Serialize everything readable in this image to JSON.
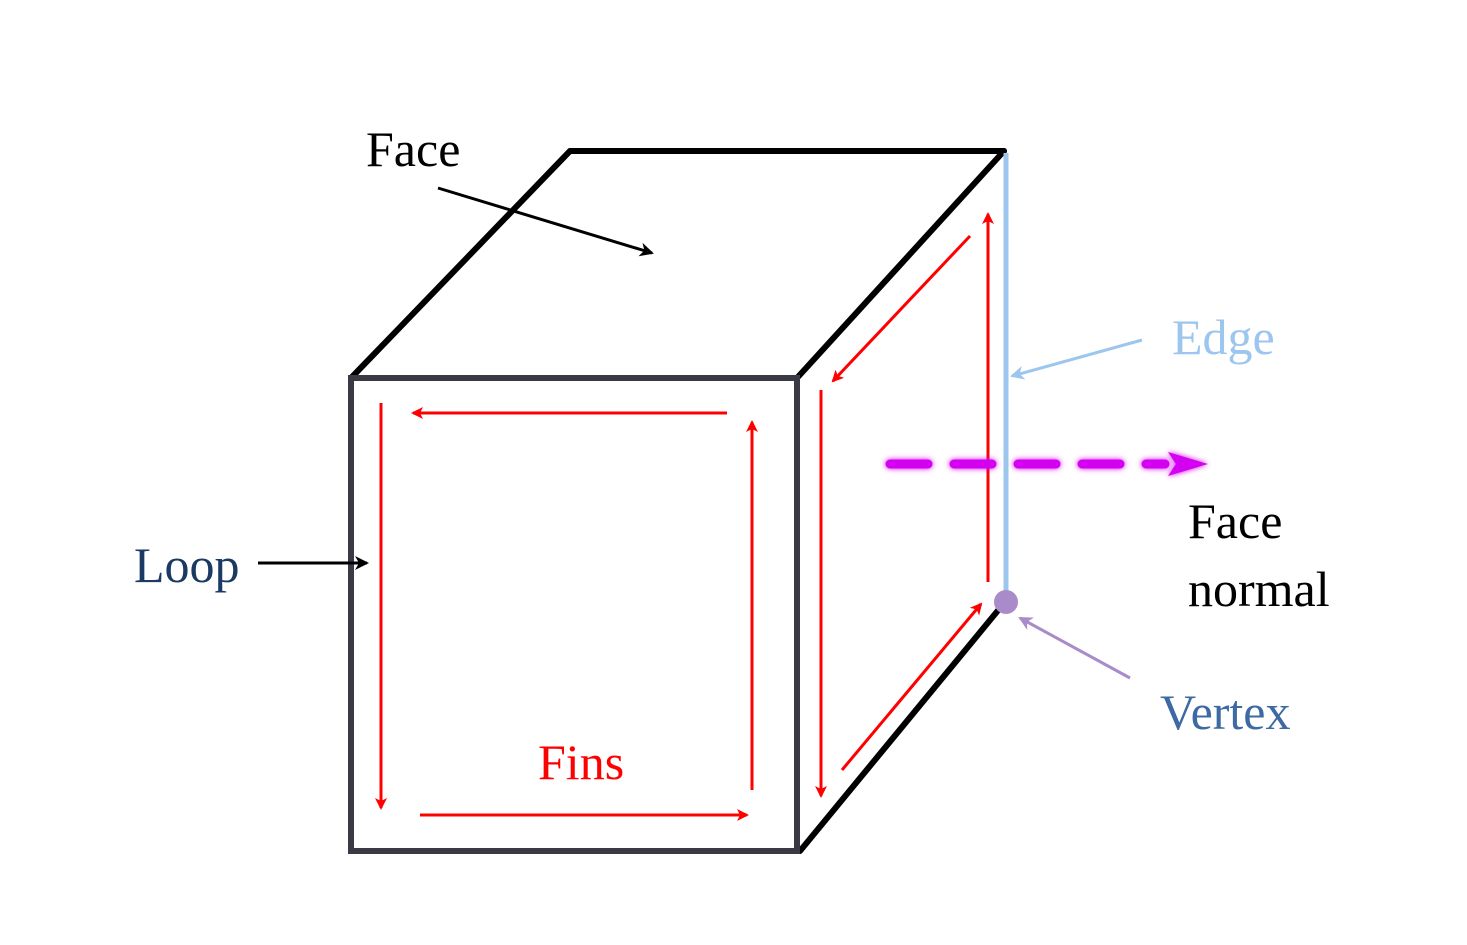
{
  "labels": {
    "face_top": "Face",
    "edge": "Edge",
    "face_normal_line1": "Face",
    "face_normal_line2": "normal",
    "loop": "Loop",
    "vertex": "Vertex",
    "fins": "Fins"
  },
  "colors": {
    "cube_outline": "#000000",
    "front_face_outline": "#3a3a44",
    "fin_arrows": "#ff0000",
    "edge": "#9cc6ee",
    "edge_label": "#9cc6ee",
    "face_normal": "#d400f0",
    "vertex_dot": "#a98bc9",
    "vertex_label": "#3d6aa3",
    "loop_label": "#1b3a63",
    "label_default": "#000000",
    "fins_label": "#ff0000"
  }
}
